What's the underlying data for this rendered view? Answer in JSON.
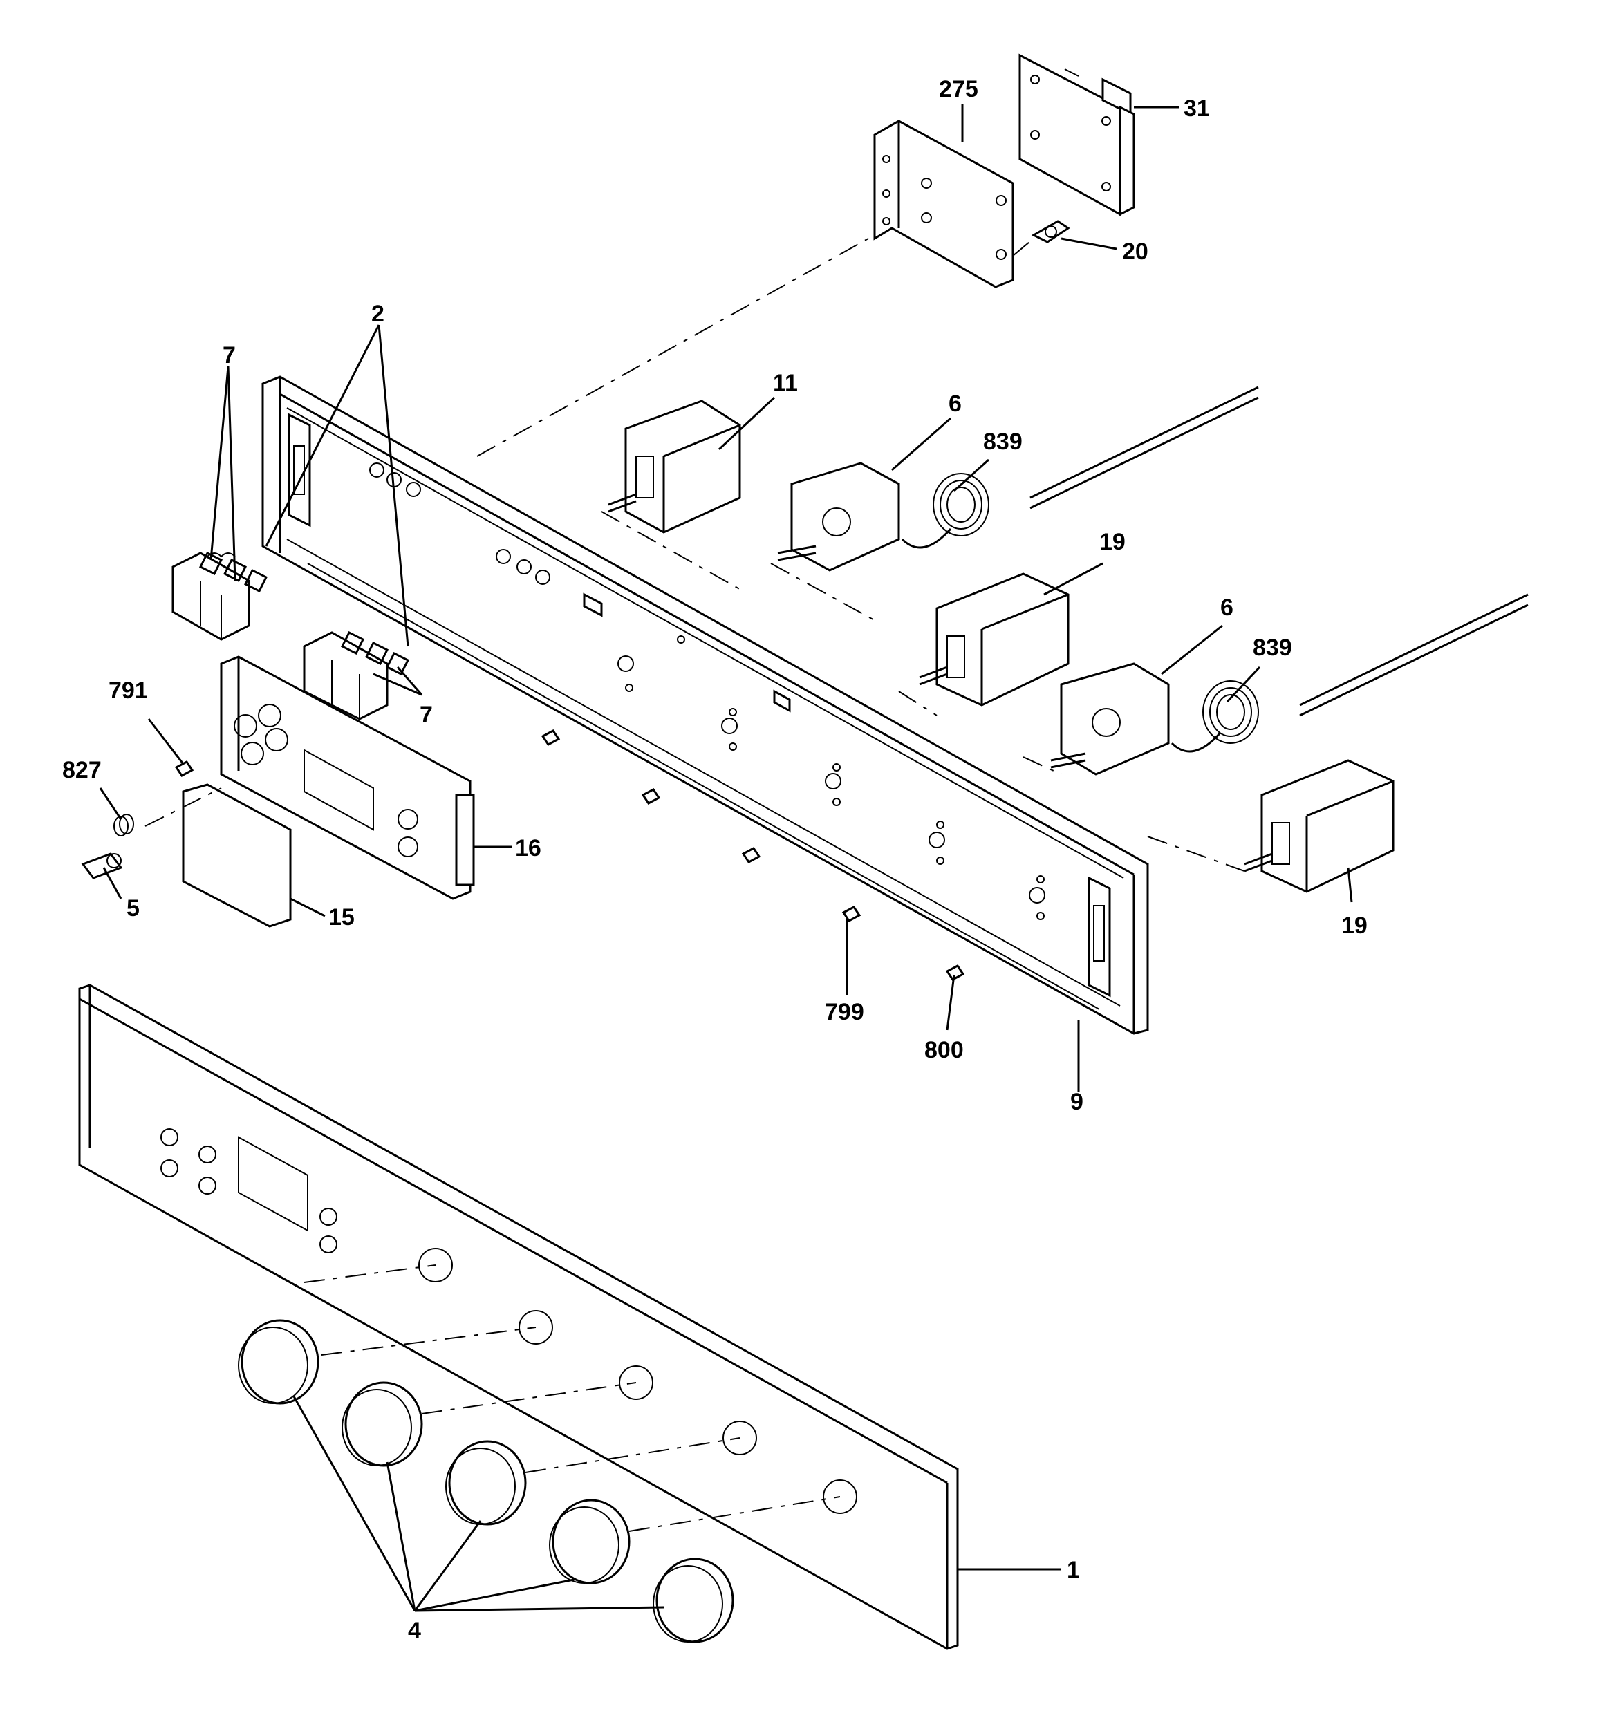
{
  "callouts": [
    {
      "id": "275",
      "text": "275"
    },
    {
      "id": "31",
      "text": "31"
    },
    {
      "id": "20",
      "text": "20"
    },
    {
      "id": "2",
      "text": "2"
    },
    {
      "id": "7a",
      "text": "7"
    },
    {
      "id": "11",
      "text": "11"
    },
    {
      "id": "6a",
      "text": "6"
    },
    {
      "id": "839a",
      "text": "839"
    },
    {
      "id": "19a",
      "text": "19"
    },
    {
      "id": "6b",
      "text": "6"
    },
    {
      "id": "839b",
      "text": "839"
    },
    {
      "id": "7b",
      "text": "7"
    },
    {
      "id": "791",
      "text": "791"
    },
    {
      "id": "827",
      "text": "827"
    },
    {
      "id": "16",
      "text": "16"
    },
    {
      "id": "5",
      "text": "5"
    },
    {
      "id": "15",
      "text": "15"
    },
    {
      "id": "19b",
      "text": "19"
    },
    {
      "id": "799",
      "text": "799"
    },
    {
      "id": "800",
      "text": "800"
    },
    {
      "id": "9",
      "text": "9"
    },
    {
      "id": "1",
      "text": "1"
    },
    {
      "id": "4",
      "text": "4"
    }
  ]
}
